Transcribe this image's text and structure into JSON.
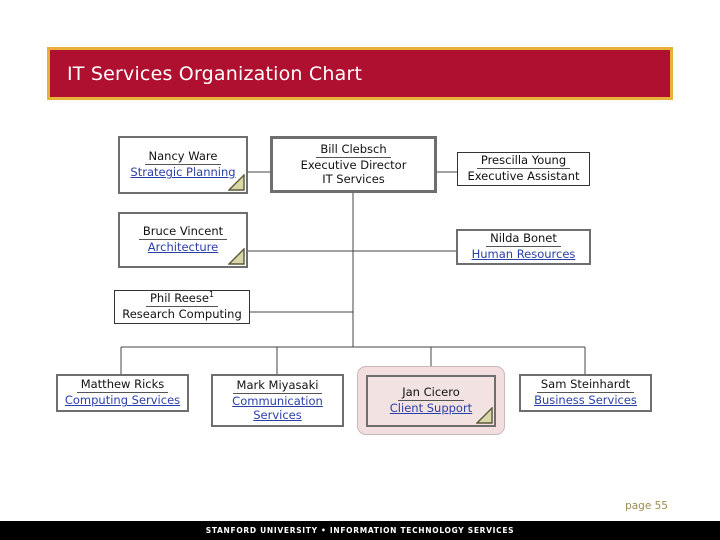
{
  "slide": {
    "title": "IT Services Organization Chart",
    "page_label": "page 55",
    "footer": "STANFORD UNIVERSITY • INFORMATION TECHNOLOGY SERVICES",
    "colors": {
      "banner_fill": "#B01030",
      "banner_border": "#E8B23A",
      "link_blue": "#2A3FA8",
      "box_border": "#6E6E6E",
      "selection_fill": "#F2DEDE",
      "page_number": "#9A8B4F",
      "footer_bar": "#000000",
      "note_triangle": "#D9D6A8"
    }
  },
  "chart_data": {
    "type": "diagram",
    "title": "IT Services Organization Chart",
    "diagram_kind": "organization-chart",
    "nodes": [
      {
        "id": "clebsch",
        "name": "Bill Clebsch",
        "role_line1": "Executive Director",
        "role_line2": "IT Services",
        "role_is_link": false,
        "level": "root",
        "has_note": false,
        "selected": false
      },
      {
        "id": "young",
        "name": "Prescilla Young",
        "role_line1": "Executive Assistant",
        "role_is_link": false,
        "level": "assistant",
        "has_note": false,
        "selected": false
      },
      {
        "id": "ware",
        "name": "Nancy Ware",
        "role_line1": "Strategic Planning",
        "role_is_link": true,
        "level": "staff-left",
        "has_note": true,
        "selected": false
      },
      {
        "id": "vincent",
        "name": "Bruce Vincent",
        "role_line1": "Architecture",
        "role_is_link": true,
        "level": "staff-left",
        "has_note": true,
        "selected": false
      },
      {
        "id": "reese",
        "name": "Phil Reese",
        "name_superscript": "1",
        "role_line1": "Research Computing",
        "role_is_link": false,
        "level": "staff-left",
        "has_note": false,
        "selected": false
      },
      {
        "id": "bonet",
        "name": "Nilda Bonet",
        "role_line1": "Human Resources",
        "role_is_link": true,
        "level": "staff-right",
        "has_note": false,
        "selected": false
      },
      {
        "id": "ricks",
        "name": "Matthew Ricks",
        "role_line1": "Computing Services",
        "role_is_link": true,
        "level": "direct-report",
        "has_note": false,
        "selected": false
      },
      {
        "id": "miyasaki",
        "name": "Mark Miyasaki",
        "role_line1": "Communication",
        "role_line2": "Services",
        "role_is_link": true,
        "level": "direct-report",
        "has_note": false,
        "selected": false
      },
      {
        "id": "cicero",
        "name": "Jan Cicero",
        "role_line1": "Client Support",
        "role_is_link": true,
        "level": "direct-report",
        "has_note": true,
        "selected": true
      },
      {
        "id": "steinhardt",
        "name": "Sam Steinhardt",
        "role_line1": "Business Services",
        "role_is_link": true,
        "level": "direct-report",
        "has_note": false,
        "selected": false
      }
    ],
    "edges": [
      {
        "from": "clebsch",
        "to": "young",
        "kind": "assistant"
      },
      {
        "from": "clebsch",
        "to": "ware",
        "kind": "staff"
      },
      {
        "from": "clebsch",
        "to": "vincent",
        "kind": "staff"
      },
      {
        "from": "clebsch",
        "to": "reese",
        "kind": "staff"
      },
      {
        "from": "clebsch",
        "to": "bonet",
        "kind": "staff"
      },
      {
        "from": "clebsch",
        "to": "ricks",
        "kind": "report"
      },
      {
        "from": "clebsch",
        "to": "miyasaki",
        "kind": "report"
      },
      {
        "from": "clebsch",
        "to": "cicero",
        "kind": "report"
      },
      {
        "from": "clebsch",
        "to": "steinhardt",
        "kind": "report"
      }
    ]
  }
}
